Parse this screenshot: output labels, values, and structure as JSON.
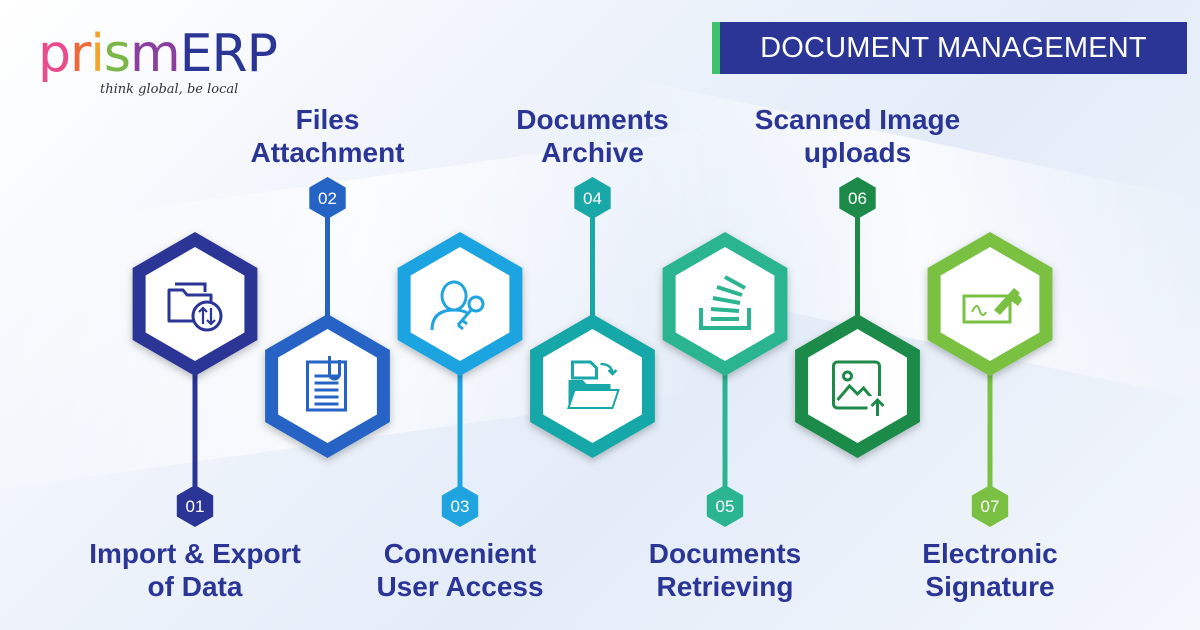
{
  "brand": {
    "logo_letters": [
      "p",
      "r",
      "i",
      "s",
      "m",
      "E",
      "R",
      "P"
    ],
    "logo_colors": [
      "#e84c8b",
      "#ef6a3a",
      "#f3a32c",
      "#7ab648",
      "#8a3fa0",
      "#2b3595",
      "#2b3595",
      "#2b3595"
    ],
    "tagline": "think global, be local"
  },
  "header": {
    "title": "DOCUMENT MANAGEMENT"
  },
  "steps": [
    {
      "number": "01",
      "title_line1": "Import & Export",
      "title_line2": "of Data",
      "icon": "folder-transfer-icon",
      "color": "#2b3595",
      "position": "bottom"
    },
    {
      "number": "02",
      "title_line1": "Files",
      "title_line2": "Attachment",
      "icon": "document-attachment-icon",
      "color": "#2563c4",
      "position": "top"
    },
    {
      "number": "03",
      "title_line1": "Convenient",
      "title_line2": "User Access",
      "icon": "user-key-icon",
      "color": "#1fa4e0",
      "position": "bottom"
    },
    {
      "number": "04",
      "title_line1": "Documents",
      "title_line2": "Archive",
      "icon": "archive-folder-icon",
      "color": "#19a7a8",
      "position": "top"
    },
    {
      "number": "05",
      "title_line1": "Documents",
      "title_line2": "Retrieving",
      "icon": "document-stack-icon",
      "color": "#2ab590",
      "position": "bottom"
    },
    {
      "number": "06",
      "title_line1": "Scanned Image",
      "title_line2": "uploads",
      "icon": "image-upload-icon",
      "color": "#1e8a4a",
      "position": "top"
    },
    {
      "number": "07",
      "title_line1": "Electronic",
      "title_line2": "Signature",
      "icon": "signature-pen-icon",
      "color": "#7ac143",
      "position": "bottom"
    }
  ]
}
